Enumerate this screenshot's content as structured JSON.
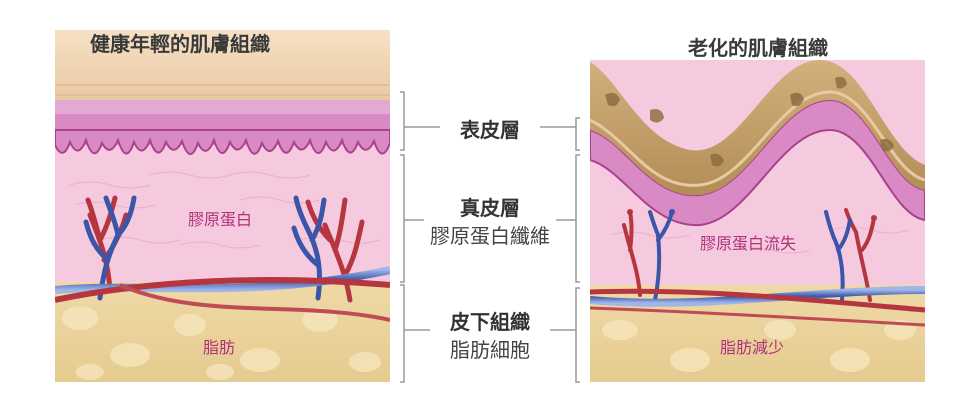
{
  "left": {
    "title": "健康年輕的肌膚組織",
    "collagen_label": "膠原蛋白",
    "fat_label": "脂肪"
  },
  "right": {
    "title": "老化的肌膚組織",
    "collagen_label": "膠原蛋白流失",
    "fat_label": "脂肪減少"
  },
  "layers": {
    "epidermis": "表皮層",
    "dermis": "真皮層",
    "dermis_sub": "膠原蛋白纖維",
    "subcutis": "皮下組織",
    "subcutis_sub": "脂肪細胞"
  },
  "colors": {
    "top_band": "#f1d3b1",
    "epidermis": "#d784c0",
    "dermis": "#f4c6dd",
    "fat": "#e8d09a",
    "artery": "#b63640",
    "vein": "#3b55a8",
    "aged_top": "#c4a16d"
  }
}
